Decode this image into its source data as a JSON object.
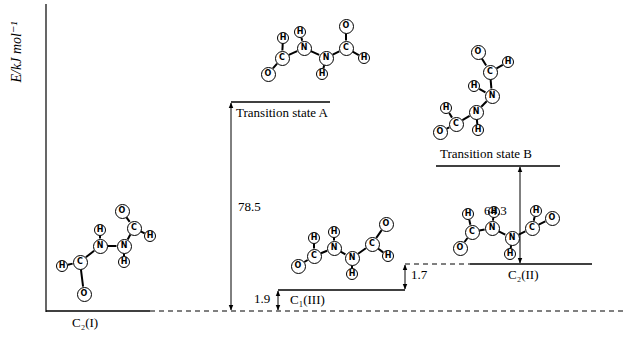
{
  "diagram": {
    "nodes": [
      {
        "text": [
          "H"
        ]
      },
      {
        "text": [
          "C"
        ]
      },
      {
        "text": [
          "O"
        ]
      },
      {
        "text": [
          "N"
        ]
      },
      {
        "text": [
          "H"
        ]
      },
      {
        "text": [
          "N"
        ]
      },
      {
        "text": [
          "H"
        ]
      },
      {
        "text": [
          "C"
        ]
      },
      {
        "text": [
          "O"
        ]
      },
      {
        "text": [
          "H"
        ]
      },
      {
        "text": [
          "H"
        ]
      },
      {
        "text": [
          "C"
        ]
      },
      {
        "text": [
          "O"
        ]
      },
      {
        "text": [
          "N"
        ]
      },
      {
        "text": [
          "H"
        ]
      },
      {
        "text": [
          "N"
        ]
      },
      {
        "text": [
          "H"
        ]
      },
      {
        "text": [
          "C"
        ]
      },
      {
        "text": [
          "O"
        ]
      },
      {
        "text": [
          "H"
        ]
      },
      {
        "text": [
          "H"
        ]
      },
      {
        "text": [
          "C"
        ]
      },
      {
        "text": [
          "O"
        ]
      },
      {
        "text": [
          "N"
        ]
      },
      {
        "text": [
          "H"
        ]
      },
      {
        "text": [
          "N"
        ]
      },
      {
        "text": [
          "H"
        ]
      },
      {
        "text": [
          "C"
        ]
      },
      {
        "text": [
          "O"
        ]
      },
      {
        "text": [
          "H"
        ]
      },
      {
        "text": [
          "H"
        ]
      },
      {
        "text": [
          "C"
        ]
      },
      {
        "text": [
          "O"
        ]
      },
      {
        "text": [
          "N"
        ]
      },
      {
        "text": [
          "H"
        ]
      },
      {
        "text": [
          "N"
        ]
      },
      {
        "text": [
          "H"
        ]
      },
      {
        "text": [
          "C"
        ]
      },
      {
        "text": [
          "O"
        ]
      },
      {
        "text": [
          "H"
        ]
      },
      {
        "text": [
          "H"
        ]
      },
      {
        "text": [
          "C"
        ]
      },
      {
        "text": [
          "O"
        ]
      },
      {
        "text": [
          "N"
        ]
      },
      {
        "text": [
          "H"
        ]
      },
      {
        "text": [
          "N"
        ]
      },
      {
        "text": [
          "H"
        ]
      },
      {
        "text": [
          "C"
        ]
      },
      {
        "text": [
          "O"
        ]
      },
      {
        "text": [
          "H"
        ]
      }
    ],
    "edges": [
      {
        "from": 0,
        "to": 1,
        "arrow": "none"
      },
      {
        "from": 1,
        "to": 2,
        "arrow": "none"
      },
      {
        "from": 1,
        "to": 3,
        "arrow": "none"
      },
      {
        "from": 3,
        "to": 4,
        "arrow": "none"
      },
      {
        "from": 3,
        "to": 5,
        "arrow": "none"
      },
      {
        "from": 5,
        "to": 6,
        "arrow": "none"
      },
      {
        "from": 5,
        "to": 7,
        "arrow": "none"
      },
      {
        "from": 7,
        "to": 8,
        "arrow": "none"
      },
      {
        "from": 7,
        "to": 9,
        "arrow": "none"
      },
      {
        "from": 10,
        "to": 11,
        "arrow": "none"
      },
      {
        "from": 11,
        "to": 12,
        "arrow": "none"
      },
      {
        "from": 11,
        "to": 13,
        "arrow": "none"
      },
      {
        "from": 13,
        "to": 14,
        "arrow": "none"
      },
      {
        "from": 13,
        "to": 15,
        "arrow": "none"
      },
      {
        "from": 15,
        "to": 16,
        "arrow": "none"
      },
      {
        "from": 15,
        "to": 17,
        "arrow": "none"
      },
      {
        "from": 17,
        "to": 18,
        "arrow": "none"
      },
      {
        "from": 17,
        "to": 19,
        "arrow": "none"
      },
      {
        "from": 20,
        "to": 21,
        "arrow": "none"
      },
      {
        "from": 21,
        "to": 22,
        "arrow": "none"
      },
      {
        "from": 21,
        "to": 23,
        "arrow": "none"
      },
      {
        "from": 23,
        "to": 24,
        "arrow": "none"
      },
      {
        "from": 23,
        "to": 25,
        "arrow": "none"
      },
      {
        "from": 25,
        "to": 26,
        "arrow": "none"
      },
      {
        "from": 25,
        "to": 27,
        "arrow": "none"
      },
      {
        "from": 27,
        "to": 28,
        "arrow": "none"
      },
      {
        "from": 27,
        "to": 29,
        "arrow": "none"
      },
      {
        "from": 30,
        "to": 31,
        "arrow": "none"
      },
      {
        "from": 31,
        "to": 32,
        "arrow": "none"
      },
      {
        "from": 31,
        "to": 33,
        "arrow": "none"
      },
      {
        "from": 33,
        "to": 34,
        "arrow": "none"
      },
      {
        "from": 33,
        "to": 35,
        "arrow": "none"
      },
      {
        "from": 35,
        "to": 36,
        "arrow": "none"
      },
      {
        "from": 35,
        "to": 37,
        "arrow": "none"
      },
      {
        "from": 37,
        "to": 38,
        "arrow": "none"
      },
      {
        "from": 37,
        "to": 39,
        "arrow": "none"
      },
      {
        "from": 40,
        "to": 41,
        "arrow": "none"
      },
      {
        "from": 41,
        "to": 42,
        "arrow": "none"
      },
      {
        "from": 41,
        "to": 43,
        "arrow": "none"
      },
      {
        "from": 43,
        "to": 44,
        "arrow": "none"
      },
      {
        "from": 43,
        "to": 45,
        "arrow": "none"
      },
      {
        "from": 45,
        "to": 46,
        "arrow": "none"
      },
      {
        "from": 45,
        "to": 47,
        "arrow": "none"
      },
      {
        "from": 47,
        "to": 48,
        "arrow": "none"
      },
      {
        "from": 47,
        "to": 49,
        "arrow": "none"
      }
    ],
    "labels": [
      "E/kJ mol⁻¹",
      "Transition state A",
      "78.5",
      "Transition state B",
      "64.3",
      "1.9",
      "C₁(III)",
      "1.7",
      "C₂(II)",
      "C₂(I)"
    ]
  }
}
